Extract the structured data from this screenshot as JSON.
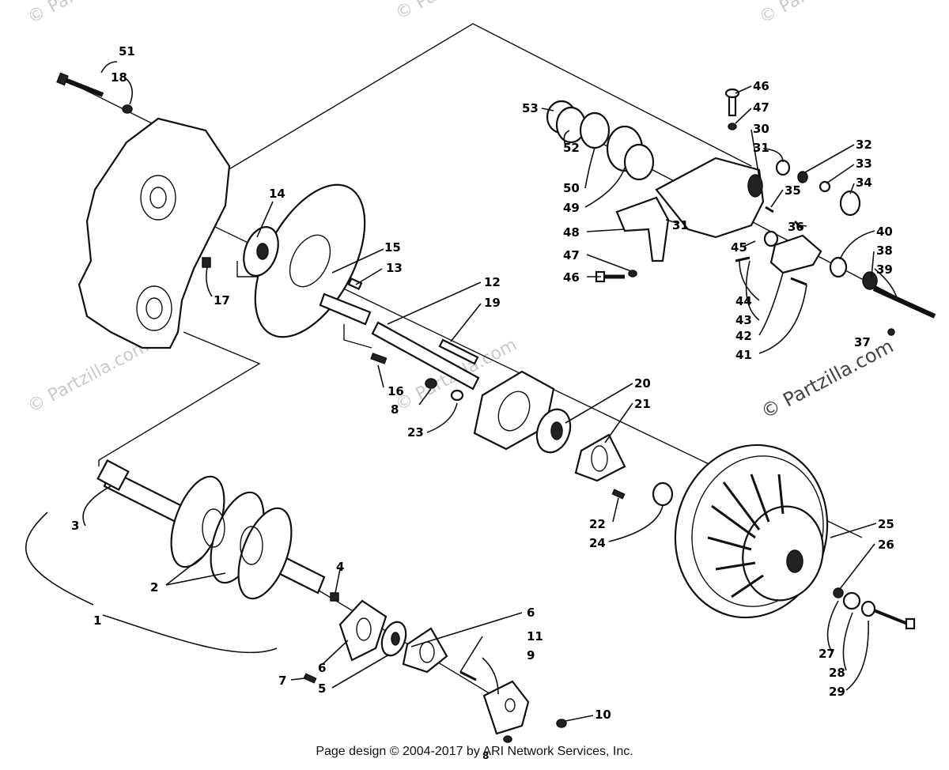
{
  "watermark": "© Partzilla.com",
  "footer": "Page design © 2004-2017 by ARI Network Services, Inc.",
  "callouts": [
    "1",
    "2",
    "3",
    "4",
    "5",
    "6",
    "6",
    "7",
    "8",
    "8",
    "9",
    "10",
    "11",
    "12",
    "13",
    "14",
    "15",
    "16",
    "17",
    "18",
    "19",
    "20",
    "21",
    "22",
    "23",
    "24",
    "25",
    "26",
    "27",
    "28",
    "29",
    "30",
    "31",
    "31",
    "32",
    "33",
    "34",
    "35",
    "36",
    "37",
    "38",
    "39",
    "40",
    "41",
    "42",
    "43",
    "44",
    "45",
    "46",
    "46",
    "47",
    "47",
    "48",
    "49",
    "50",
    "51",
    "52",
    "53"
  ]
}
